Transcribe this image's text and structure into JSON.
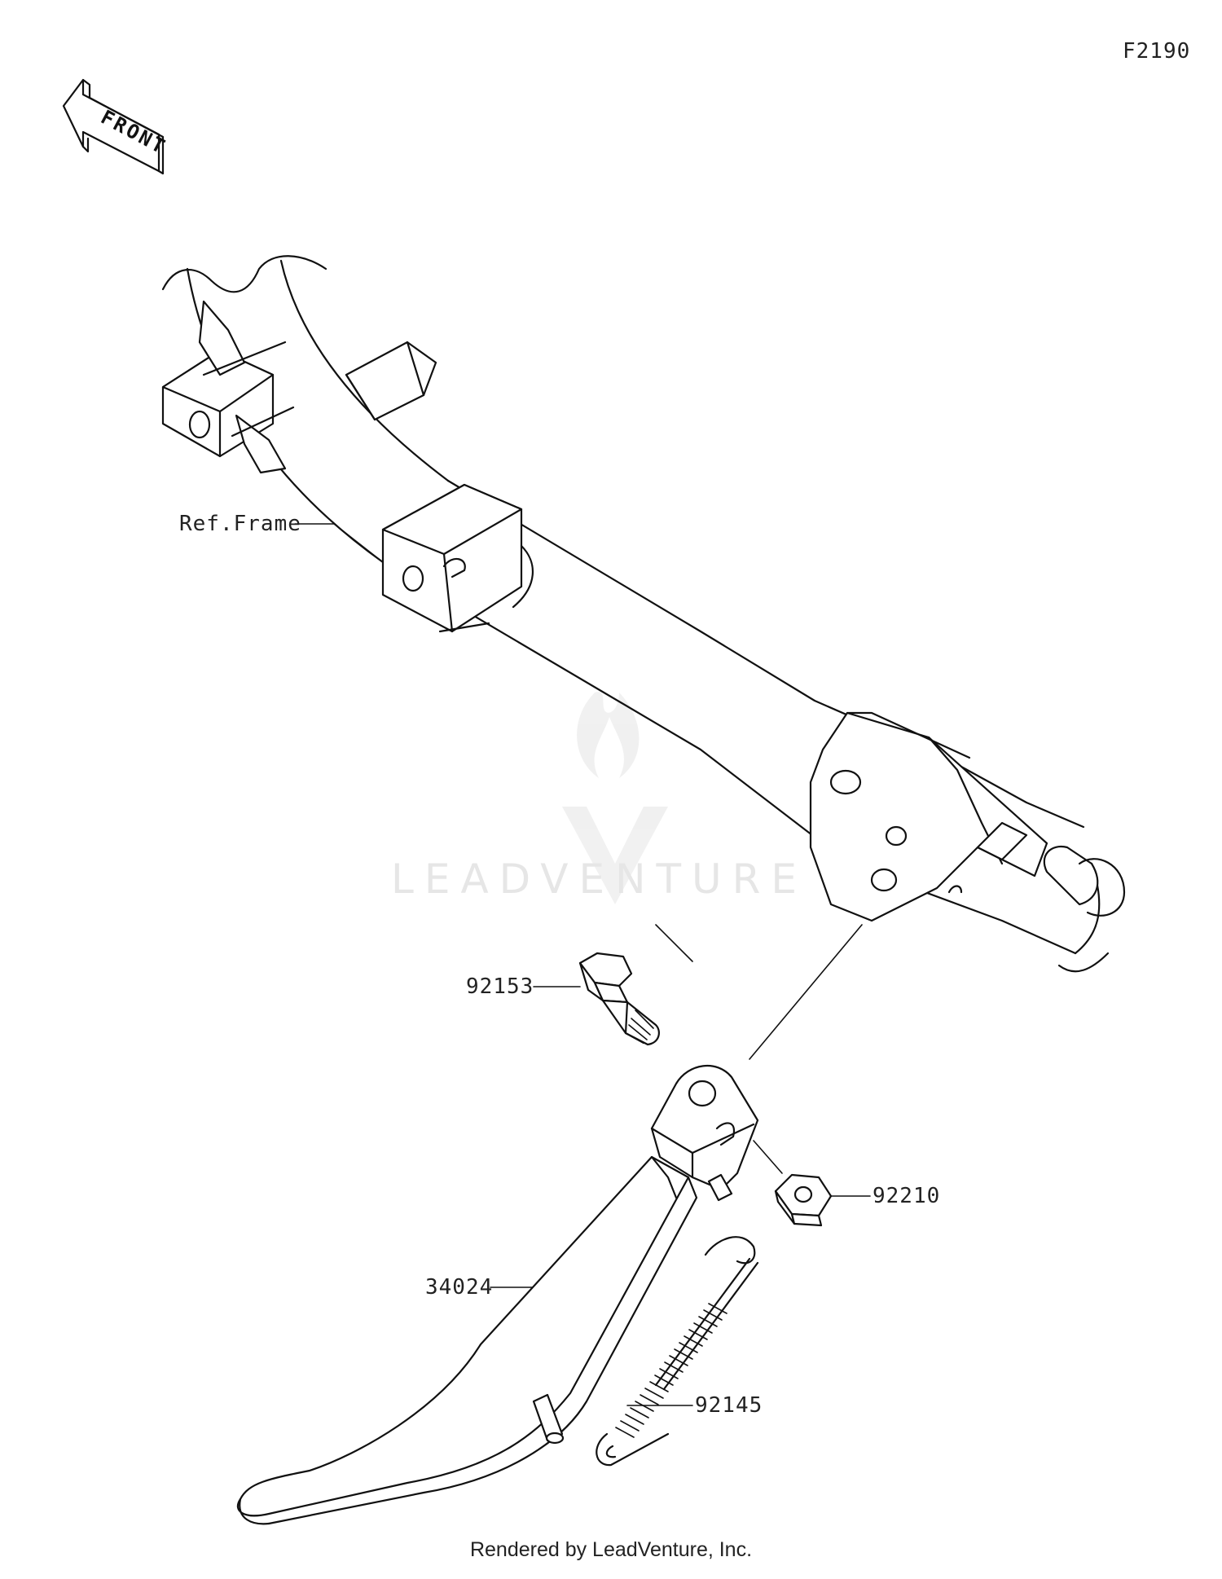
{
  "diagram_code": "F2190",
  "front_arrow_label": "FRONT",
  "watermark_text": "LEADVENTURE",
  "footer": "Rendered by LeadVenture, Inc.",
  "callouts": {
    "ref_frame": "Ref.Frame",
    "bolt": "92153",
    "nut": "92210",
    "side_stand": "34024",
    "spring": "92145"
  }
}
